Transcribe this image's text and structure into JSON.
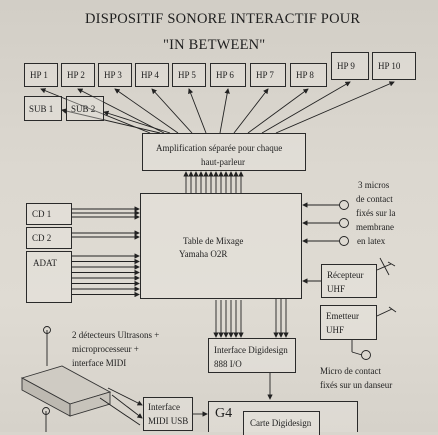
{
  "title": {
    "line1": "DISPOSITIF SONORE INTERACTIF POUR",
    "line2": "\"IN BETWEEN\""
  },
  "speakers": [
    "HP 1",
    "HP 2",
    "HP 3",
    "HP 4",
    "HP 5",
    "HP 6",
    "HP 7",
    "HP 8",
    "HP 9",
    "HP 10"
  ],
  "subs": [
    "SUB 1",
    "SUB 2"
  ],
  "amplification": {
    "line1": "Amplification séparée pour chaque",
    "line2": "haut-parleur"
  },
  "sources": [
    "CD 1",
    "CD 2",
    "ADAT"
  ],
  "mixer": {
    "line1": "Table de Mixage",
    "line2": "Yamaha O2R"
  },
  "micros": {
    "line1": "3 micros",
    "line2": "de contact",
    "line3": "fixés sur la",
    "line4": "membrane",
    "line5": "en latex"
  },
  "receiver": {
    "line1": "Récepteur",
    "line2": "UHF"
  },
  "transmitter": {
    "line1": "Emetteur",
    "line2": "UHF"
  },
  "dancer_mic": {
    "line1": "Micro de contact",
    "line2": "fixés sur un danseur"
  },
  "digidesign_interface": {
    "line1": "Interface Digidesign",
    "line2": "888 I/O"
  },
  "detectors": {
    "line1": "2 détecteurs Ultrasons +",
    "line2": "microprocesseur +",
    "line3": "interface MIDI"
  },
  "midi_interface": {
    "line1": "Interface",
    "line2": "MIDI USB"
  },
  "computer": "G4",
  "digidesign_card": "Carte Digidesign"
}
